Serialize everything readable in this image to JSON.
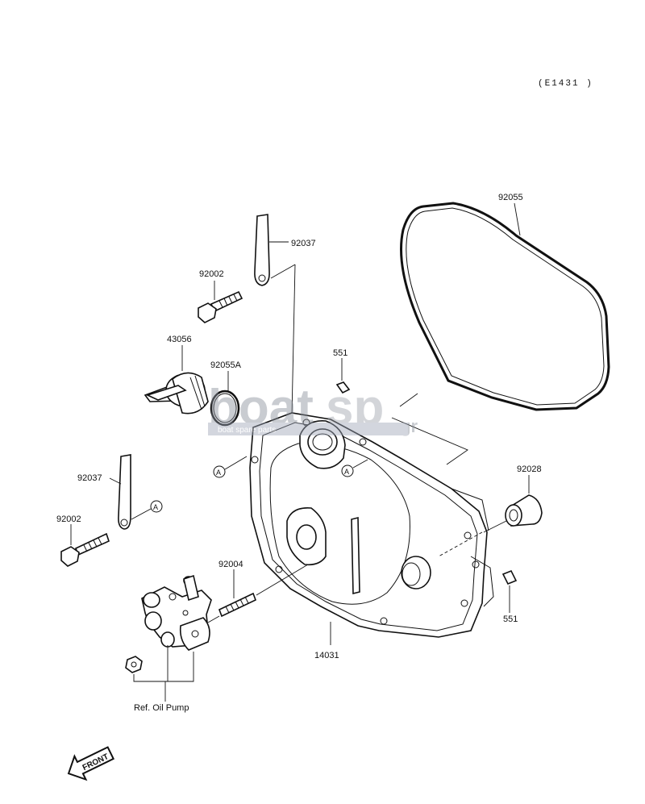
{
  "diagram_code": "(E1431 )",
  "watermark": {
    "brand_a": "boat",
    "brand_b": "sp",
    "suffix": ".gr",
    "tagline": "boat spare parts"
  },
  "parts": {
    "p92055": "92055",
    "p92037_top": "92037",
    "p92002_top": "92002",
    "p43056": "43056",
    "p92055A": "92055A",
    "p551_top": "551",
    "p92037_left": "92037",
    "p92002_left": "92002",
    "p92004": "92004",
    "p92028": "92028",
    "p551_right": "551",
    "p14031": "14031"
  },
  "ref_label": "Ref. Oil Pump",
  "marker": "A",
  "front_label": "FRONT"
}
